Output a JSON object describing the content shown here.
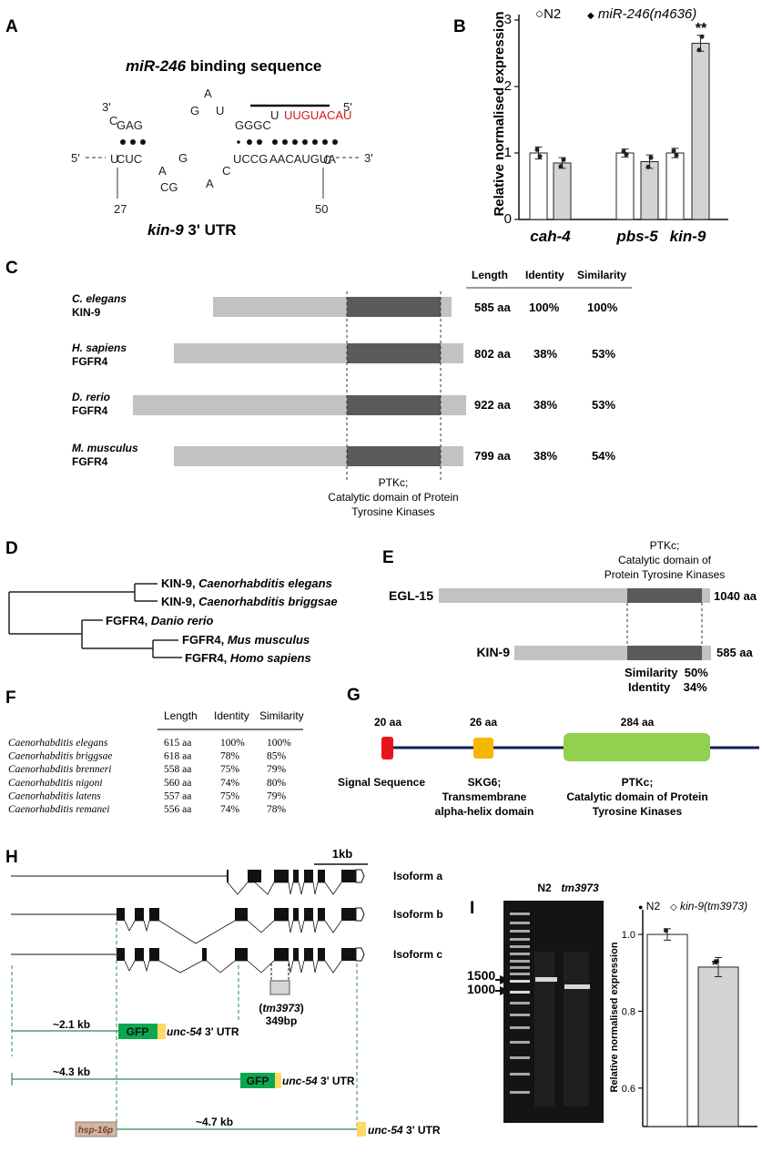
{
  "panels": {
    "A": {
      "label": "A",
      "title_gene": "miR-246",
      "title_rest": " binding sequence",
      "mirna_3prime": "3'",
      "mirna_5prime": "5'",
      "top_letters": {
        "c1": "C",
        "g1": "G",
        "a1": "A",
        "g2": "G",
        "a2": "A",
        "u1": "U",
        "g3": "G",
        "g4": "G",
        "g5": "G",
        "c2": "C",
        "u2": "U"
      },
      "seed": "UGUACAU",
      "seed_prefix": "U",
      "pairs_top": "GAG GGGC UUGUACAU",
      "pairs_bottom": "CUC UCCG AACAUGUA",
      "utr_5prime": "5'",
      "utr_3prime": "3'",
      "bottom_letters": {
        "u": "U",
        "a": "A",
        "g": "G",
        "cg": "CG",
        "c1": "C",
        "a2": "A",
        "c2": "C"
      },
      "pos_left": "27",
      "pos_right": "50",
      "utr_gene": "kin-9",
      "utr_rest": " 3' UTR"
    },
    "B": {
      "label": "B",
      "legend": [
        {
          "symbol": "○",
          "name": "N2"
        },
        {
          "symbol": "◆",
          "name": "miR-246(n4636)"
        }
      ],
      "ylabel": "Relative normalised expression",
      "significance": "**"
    },
    "C": {
      "label": "C",
      "headers": [
        "Length",
        "Identity",
        "Similarity"
      ],
      "rows": [
        {
          "species": "C. elegans",
          "protein": "KIN-9",
          "length": "585 aa",
          "identity": "100%",
          "similarity": "100%"
        },
        {
          "species": "H. sapiens",
          "protein": "FGFR4",
          "length": "802 aa",
          "identity": "38%",
          "similarity": "53%"
        },
        {
          "species": "D. rerio",
          "protein": "FGFR4",
          "length": "922 aa",
          "identity": "38%",
          "similarity": "53%"
        },
        {
          "species": "M. musculus",
          "protein": "FGFR4",
          "length": "799 aa",
          "identity": "38%",
          "similarity": "54%"
        }
      ],
      "domain_caption": [
        "PTKc;",
        "Catalytic domain of Protein",
        "Tyrosine Kinases"
      ]
    },
    "D": {
      "label": "D",
      "leaves": [
        {
          "protein": "KIN-9, ",
          "species": "Caenorhabditis elegans"
        },
        {
          "protein": "KIN-9, ",
          "species": "Caenorhabditis briggsae"
        },
        {
          "protein": "FGFR4, ",
          "species": "Danio rerio"
        },
        {
          "protein": "FGFR4, ",
          "species": "Mus musculus"
        },
        {
          "protein": "FGFR4, ",
          "species": "Homo sapiens"
        }
      ]
    },
    "E": {
      "label": "E",
      "domain_caption": [
        "PTKc;",
        "Catalytic domain of",
        "Protein Tyrosine Kinases"
      ],
      "egl15_name": "EGL-15",
      "egl15_length": "1040 aa",
      "kin9_name": "KIN-9",
      "kin9_length": "585 aa",
      "similarity": "Similarity  50%",
      "identity": "Identity    34%"
    },
    "F": {
      "label": "F",
      "headers": [
        "Length",
        "Identity",
        "Similarity"
      ],
      "rows": [
        {
          "species": "Caenorhabditis elegans",
          "length": "615 aa",
          "identity": "100%",
          "similarity": "100%"
        },
        {
          "species": "Caenorhabditis briggsae",
          "length": "618 aa",
          "identity": "78%",
          "similarity": "85%"
        },
        {
          "species": "Caenorhabditis brenneri",
          "length": "558 aa",
          "identity": "75%",
          "similarity": "79%"
        },
        {
          "species": "Caenorhabditis nigoni",
          "length": "560 aa",
          "identity": "74%",
          "similarity": "80%"
        },
        {
          "species": "Caenorhabditis latens",
          "length": "557 aa",
          "identity": "75%",
          "similarity": "79%"
        },
        {
          "species": "Caenorhabditis remanei",
          "length": "556 aa",
          "identity": "74%",
          "similarity": "78%"
        }
      ]
    },
    "G": {
      "label": "G",
      "sizes": [
        "20 aa",
        "26 aa",
        "284 aa"
      ],
      "signal": "Signal Sequence",
      "tm": [
        "SKG6;",
        "Transmembrane",
        "alpha-helix domain"
      ],
      "ptk": [
        "PTKc;",
        "Catalytic domain of Protein",
        "Tyrosine Kinases"
      ],
      "colors": {
        "signal": "#e8141c",
        "tm": "#f5b800",
        "ptk": "#92d050",
        "line": "#10205a"
      }
    },
    "H": {
      "label": "H",
      "scale": "1kb",
      "isoforms": [
        "Isoform a",
        "Isoform b",
        "Isoform c"
      ],
      "deletion_name": "tm3973",
      "deletion_size": "349bp",
      "constructs": [
        {
          "distance": "~2.1 kb",
          "gfp": "GFP",
          "utr_gene": "unc-54",
          "utr_rest": " 3' UTR"
        },
        {
          "distance": "~4.3 kb",
          "gfp": "GFP",
          "utr_gene": "unc-54",
          "utr_rest": " 3' UTR"
        },
        {
          "distance": "~4.7 kb",
          "promoter": "hsp-16p",
          "utr_gene": "unc-54",
          "utr_rest": " 3' UTR"
        }
      ],
      "colors": {
        "gfp": "#0aa84f",
        "utr": "#ffd966",
        "promoter": "#c9b8a8",
        "guide": "#2e8b57"
      }
    },
    "I": {
      "label": "I",
      "lanes": [
        "N2",
        "tm3973"
      ],
      "ladder_marks": [
        "1500",
        "1000"
      ],
      "legend": [
        {
          "symbol": "●",
          "name": "N2"
        },
        {
          "symbol": "◇",
          "name": "kin-9(tm3973)"
        }
      ],
      "ylabel": "Relative normalised expression",
      "significance": "*"
    }
  },
  "chart_data": [
    {
      "type": "bar",
      "panel": "B",
      "categories": [
        "cah-4",
        "pbs-5",
        "kin-9"
      ],
      "series": [
        {
          "name": "N2",
          "values": [
            1.0,
            1.0,
            1.0
          ]
        },
        {
          "name": "miR-246(n4636)",
          "values": [
            0.85,
            0.87,
            2.65
          ]
        }
      ],
      "errors": [
        [
          0.09,
          0.06,
          0.07
        ],
        [
          0.08,
          0.1,
          0.12
        ]
      ],
      "points": [
        [
          [
            1.05,
            0.95
          ],
          [
            1.02,
            0.98
          ],
          [
            1.03,
            0.97
          ]
        ],
        [
          [
            0.8,
            0.9
          ],
          [
            0.79,
            0.93
          ],
          [
            2.55,
            2.75
          ]
        ]
      ],
      "ylabel": "Relative normalised expression",
      "ylim": [
        0,
        3
      ],
      "yticks": [
        0,
        1,
        2,
        3
      ],
      "legend": "top"
    },
    {
      "type": "bar",
      "panel": "I",
      "categories": [
        "N2",
        "kin-9(tm3973)"
      ],
      "series": [
        {
          "name": "N2",
          "values": [
            1.0
          ]
        },
        {
          "name": "kin-9(tm3973)",
          "values": [
            0.915
          ]
        }
      ],
      "errors": [
        0.015,
        0.025
      ],
      "points": [
        [
          1.01,
          0.99
        ],
        [
          0.93,
          0.9
        ]
      ],
      "ylabel": "Relative normalised expression",
      "ylim": [
        0.5,
        1.05
      ],
      "yticks": [
        0.6,
        0.8,
        1.0
      ],
      "legend": "top"
    }
  ]
}
